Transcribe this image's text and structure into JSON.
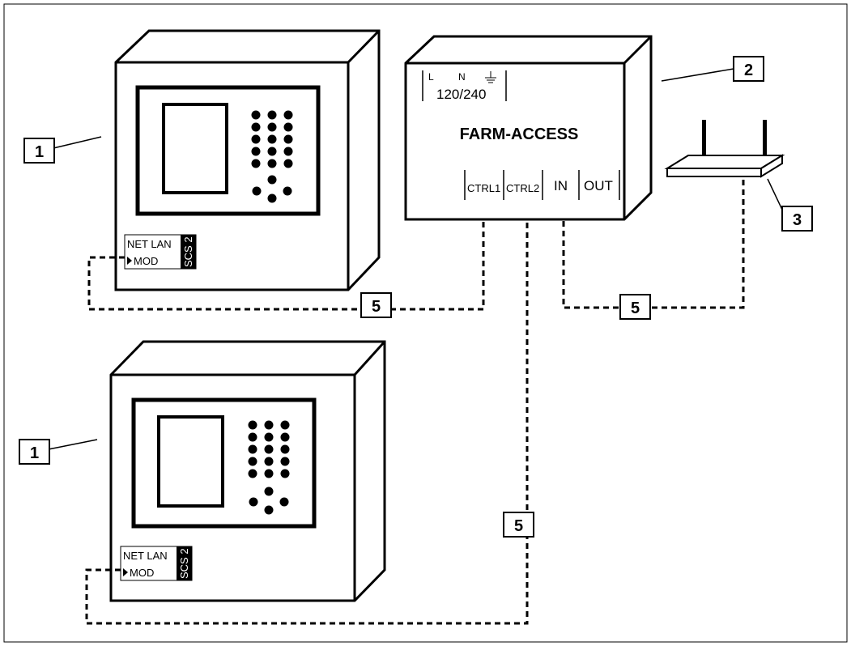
{
  "callouts": {
    "c1_top": "1",
    "c1_bottom": "1",
    "c2": "2",
    "c3": "3",
    "c5_left": "5",
    "c5_right": "5",
    "c5_vertical": "5"
  },
  "controller": {
    "net_lan": "NET LAN",
    "mod": "MOD",
    "scs": "SCS 2"
  },
  "farm_access": {
    "title": "FARM-ACCESS",
    "power_l": "L",
    "power_n": "N",
    "voltage": "120/240",
    "ports": [
      "CTRL1",
      "CTRL2",
      "IN",
      "OUT"
    ]
  }
}
